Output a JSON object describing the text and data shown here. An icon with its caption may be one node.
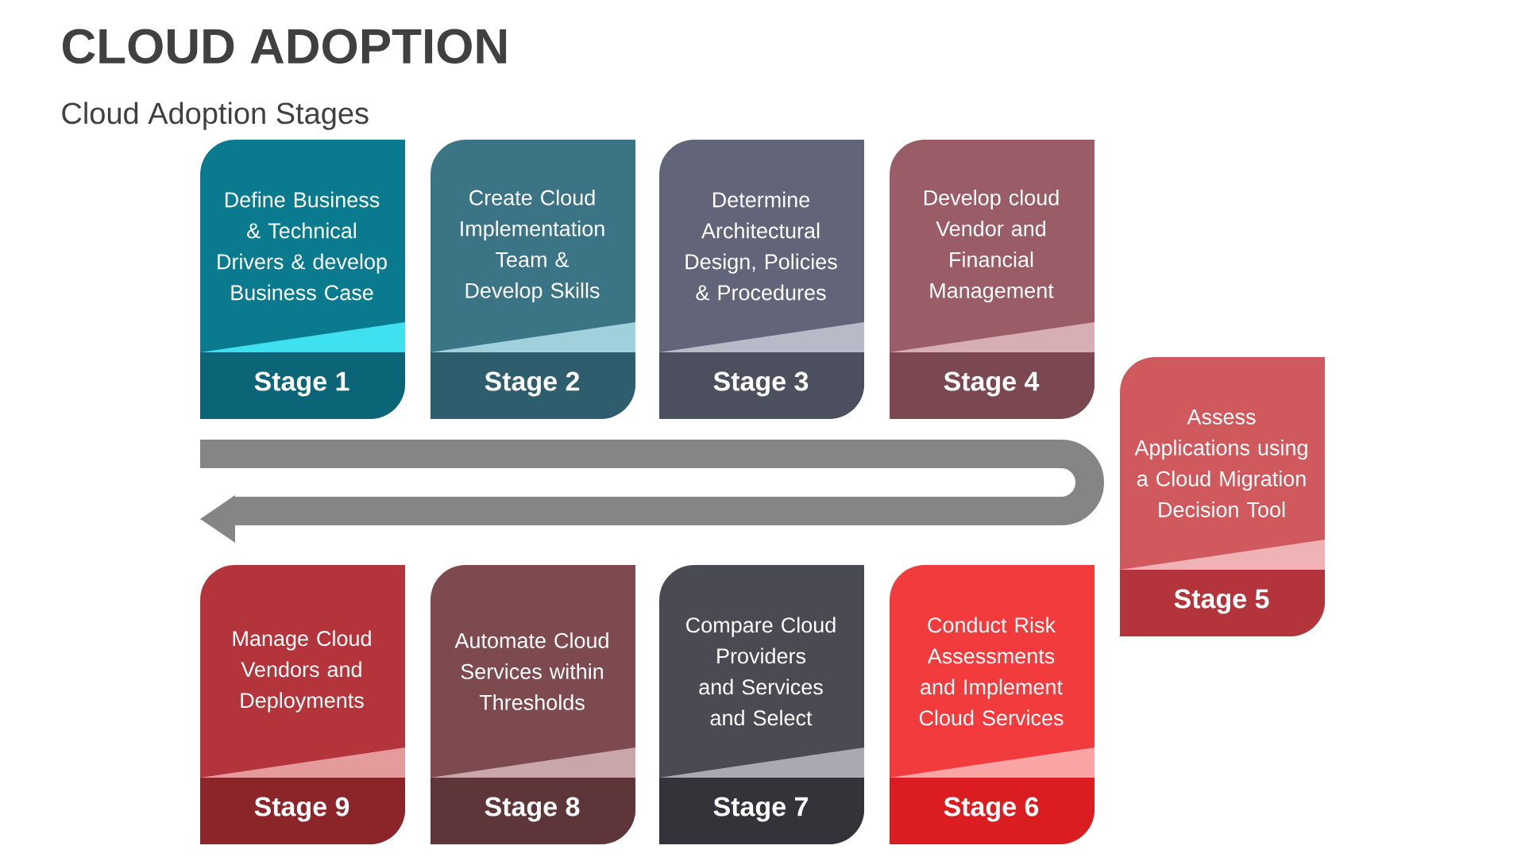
{
  "diagram": {
    "title": "CLOUD ADOPTION",
    "nodes": [
      {
        "text": [
          "Define Business & Technical Drivers & develop Business Case",
          "Stage 1"
        ]
      },
      {
        "text": [
          "Create Cloud Implementation Team & Develop Skills",
          "Stage 2"
        ]
      },
      {
        "text": [
          "Determine Architectural Design, Policies & Procedures",
          "Stage 3"
        ]
      },
      {
        "text": [
          "Develop cloud Vendor and Financial Management",
          "Stage 4"
        ]
      },
      {
        "text": [
          "Assess Applications using a Cloud Migration Decision Tool",
          "Stage 5"
        ]
      },
      {
        "text": [
          "Manage Cloud Vendors and Deployments",
          "Stage 9"
        ]
      },
      {
        "text": [
          "Automate Cloud Services within Thresholds",
          "Stage 8"
        ]
      },
      {
        "text": [
          "Compare Cloud Providers and Services and Select",
          "Stage 7"
        ]
      },
      {
        "text": [
          "Conduct Risk Assessments and Implement Cloud Services",
          "Stage 6"
        ]
      }
    ],
    "labels": [
      "Cloud Adoption Stages"
    ]
  }
}
